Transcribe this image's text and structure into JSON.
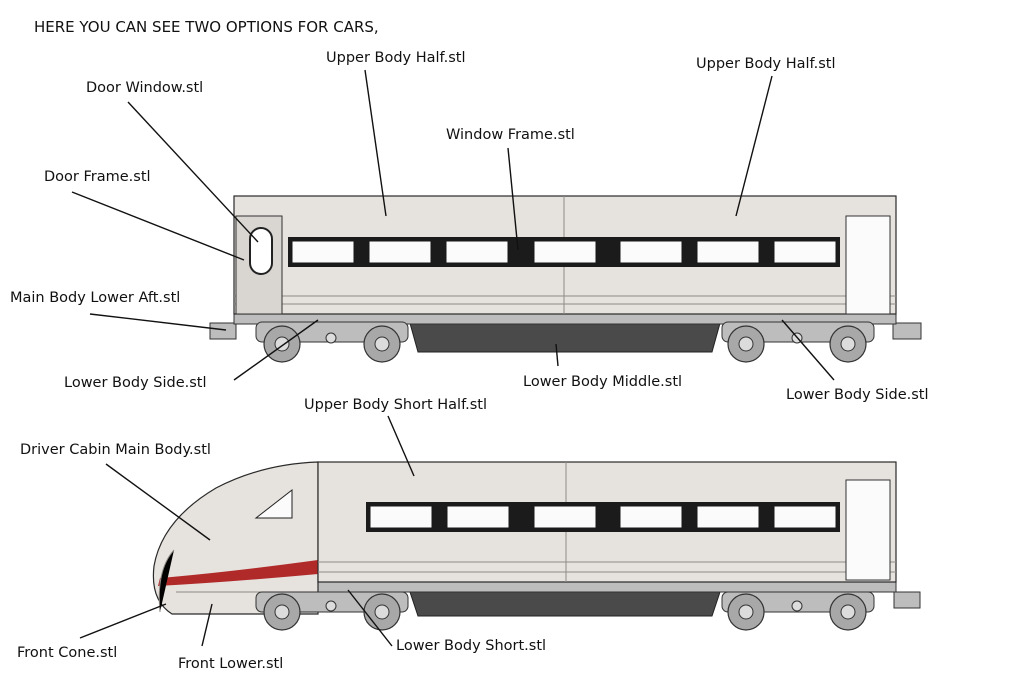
{
  "heading": "HERE YOU CAN SEE TWO OPTIONS FOR CARS,",
  "labels": {
    "upper_body_half_1": "Upper Body Half.stl",
    "upper_body_half_2": "Upper Body Half.stl",
    "door_window": "Door Window.stl",
    "window_frame": "Window Frame.stl",
    "door_frame": "Door Frame.stl",
    "main_body_lower_aft": "Main Body Lower Aft.stl",
    "lower_body_side_1": "Lower Body Side.stl",
    "lower_body_middle": "Lower Body Middle.stl",
    "lower_body_side_2": "Lower Body Side.stl",
    "upper_body_short_half": "Upper Body Short Half.stl",
    "driver_cabin_main_body": "Driver Cabin Main Body.stl",
    "front_cone": "Front Cone.stl",
    "front_lower": "Front Lower.stl",
    "lower_body_short": "Lower Body Short.stl"
  },
  "colors": {
    "body": "#e6e2dd",
    "stripe": "#b02a2a",
    "window_band": "#1b1b1b",
    "undercarriage": "#4a4a4a",
    "bogie": "#a8a8a8"
  }
}
